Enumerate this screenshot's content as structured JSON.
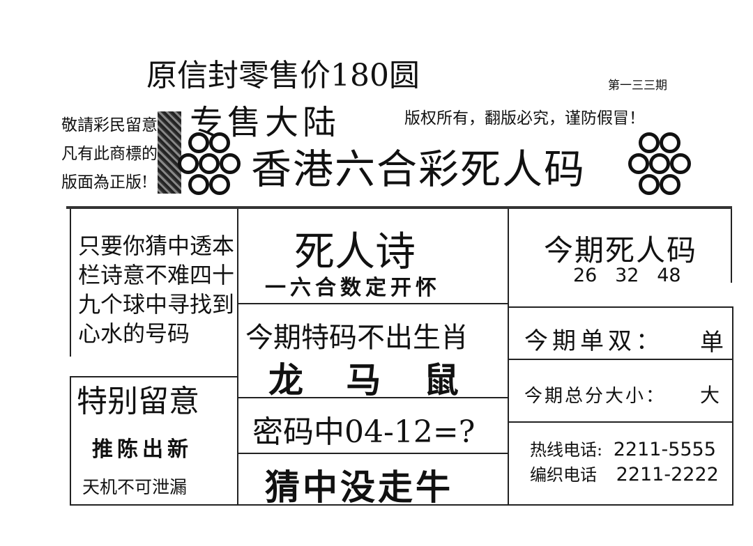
{
  "header": {
    "price_line": "原信封零售价180圆",
    "issue": "第一三三期",
    "sale_region": "专售大陆",
    "copyright": "版权所有，翻版必究，谨防假冒！",
    "notice_lines": [
      "敬請彩民留意",
      "凡有此商標的",
      "版面為正版!"
    ],
    "main_title": "香港六合彩死人码",
    "logo_icon": "seven-balls-logo"
  },
  "left": {
    "poem_hint_lines": [
      "只要你猜中透本",
      "栏诗意不难四十",
      "九个球中寻找到",
      "心水的号码"
    ],
    "special_title": "特别留意",
    "special_phrase": "推陈出新",
    "special_note": "天机不可泄漏"
  },
  "middle": {
    "poem_title": "死人诗",
    "poem_line": "一六合数定开怀",
    "zodiac_title": "今期特码不出生肖",
    "zodiac_values": "龙 马 鼠",
    "code_line": "密码中04-12=?",
    "guess_line": "猜中没走牛"
  },
  "right": {
    "dead_numbers_title": "今期死人码",
    "dead_numbers": [
      "26",
      "32",
      "48"
    ],
    "odd_even_label": "今期单双：",
    "odd_even_value": "单",
    "size_label": "今期总分大小：",
    "size_value": "大",
    "hotline_label": "热线电话:",
    "hotline_number": "2211-5555",
    "editor_label": "编织电话",
    "editor_number": "2211-2222"
  }
}
